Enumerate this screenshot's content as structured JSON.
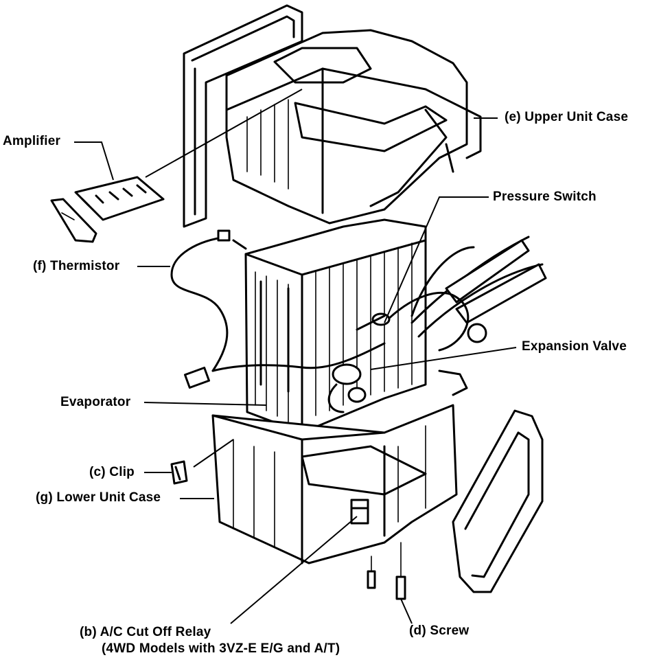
{
  "labels": {
    "amplifier": "Amplifier",
    "upper_unit_case": "(e) Upper Unit Case",
    "pressure_switch": "Pressure Switch",
    "thermistor": "(f) Thermistor",
    "expansion_valve": "Expansion Valve",
    "evaporator": "Evaporator",
    "clip": "(c) Clip",
    "lower_unit_case": "(g) Lower Unit Case",
    "ac_cut_off_relay_line1": "(b) A/C Cut Off Relay",
    "ac_cut_off_relay_line2": "(4WD Models with 3VZ-E E/G and A/T)",
    "screw": "(d) Screw"
  }
}
